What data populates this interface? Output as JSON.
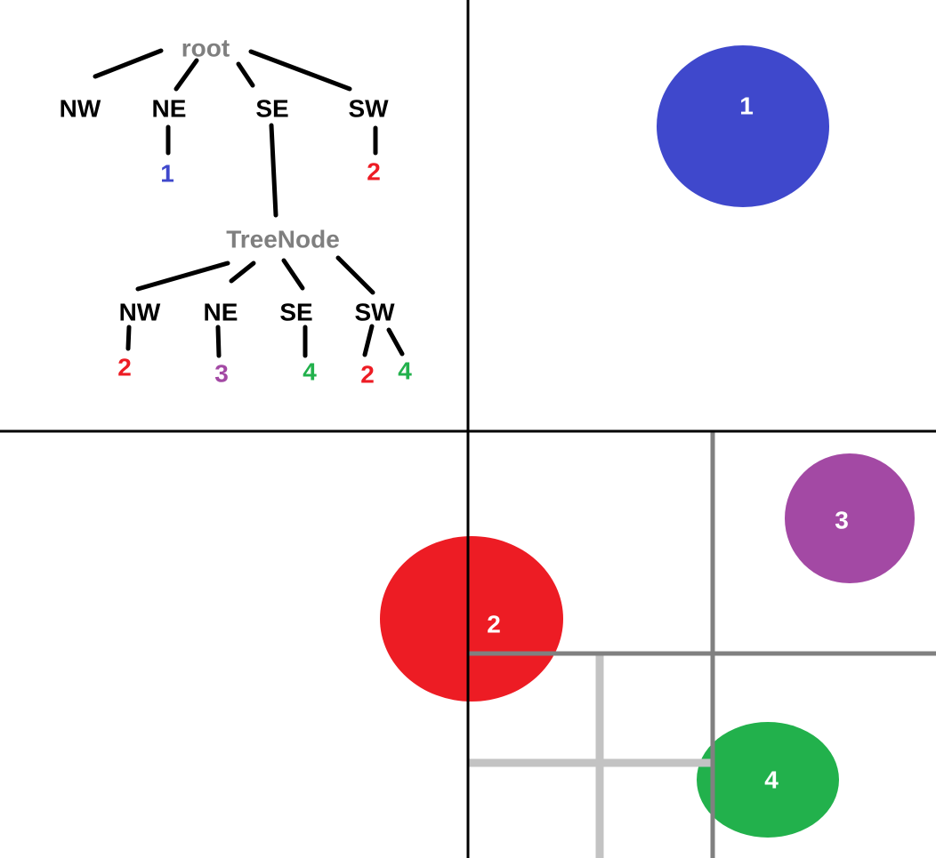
{
  "colors": {
    "point1": "#3f48cc",
    "point2": "#ed1c24",
    "point3": "#a349a4",
    "point4": "#22b14c",
    "internal_node": "#7f7f7f",
    "quadrant": "#000000",
    "subdivision": "#808080",
    "sub_subdivision": "#c3c3c3"
  },
  "tree": {
    "root": "root",
    "level1": [
      "NW",
      "NE",
      "SE",
      "SW"
    ],
    "ne_points": [
      "1"
    ],
    "sw_points": [
      "2"
    ],
    "se_node": "TreeNode",
    "level2": [
      "NW",
      "NE",
      "SE",
      "SW"
    ],
    "l2_nw_points": [
      "2"
    ],
    "l2_ne_points": [
      "3"
    ],
    "l2_se_points": [
      "4"
    ],
    "l2_sw_points": [
      "2",
      "4"
    ]
  },
  "points": [
    {
      "label": "1",
      "color": "#3f48cc"
    },
    {
      "label": "2",
      "color": "#ed1c24"
    },
    {
      "label": "3",
      "color": "#a349a4"
    },
    {
      "label": "4",
      "color": "#22b14c"
    }
  ]
}
